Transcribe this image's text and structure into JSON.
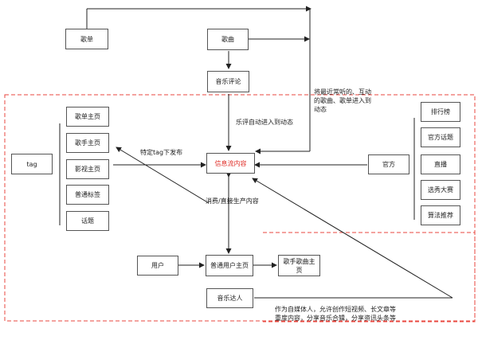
{
  "nodes": {
    "gedan": "歌单",
    "gequ": "歌曲",
    "yinyue_pinglun": "音乐评论",
    "gedan_zhuye": "歌单主页",
    "geshou_zhuye": "歌手主页",
    "yingshi_zhuye": "影视主页",
    "putong_biaoqian": "普通标签",
    "huati": "话题",
    "tag": "tag",
    "xinxiliu": "信息流内容",
    "guanfang": "官方",
    "paihangbang": "排行榜",
    "guanfang_huati": "官方话题",
    "zhibo": "直播",
    "xuanxiu_dasai": "选秀大赛",
    "suanfa_tuijian": "算法推荐",
    "yonghu": "用户",
    "putong_yonghu_zhuye": "普通用户主页",
    "geshou_gequ_zhuye": "歌手歌曲主页",
    "yinyue_daren": "音乐达人"
  },
  "labels": {
    "yueping": "乐评自动进入到动态",
    "tag_fabu": "特定tag下发布",
    "xiaofei": "消费/直接生产内容",
    "jinqi_line1": "将最近常听的、互动",
    "jinqi_line2": "的歌曲、歌单进入到",
    "jinqi_line3": "动态",
    "zimeiti_line1": "作为自媒体人，允许创作短视频、长文章等",
    "zimeiti_line2": "重度内容，分享音乐合辑，分享资讯头条等"
  },
  "colors": {
    "dashed_border": "#e8473f",
    "line": "#222222",
    "focus_text": "#e0312b"
  }
}
